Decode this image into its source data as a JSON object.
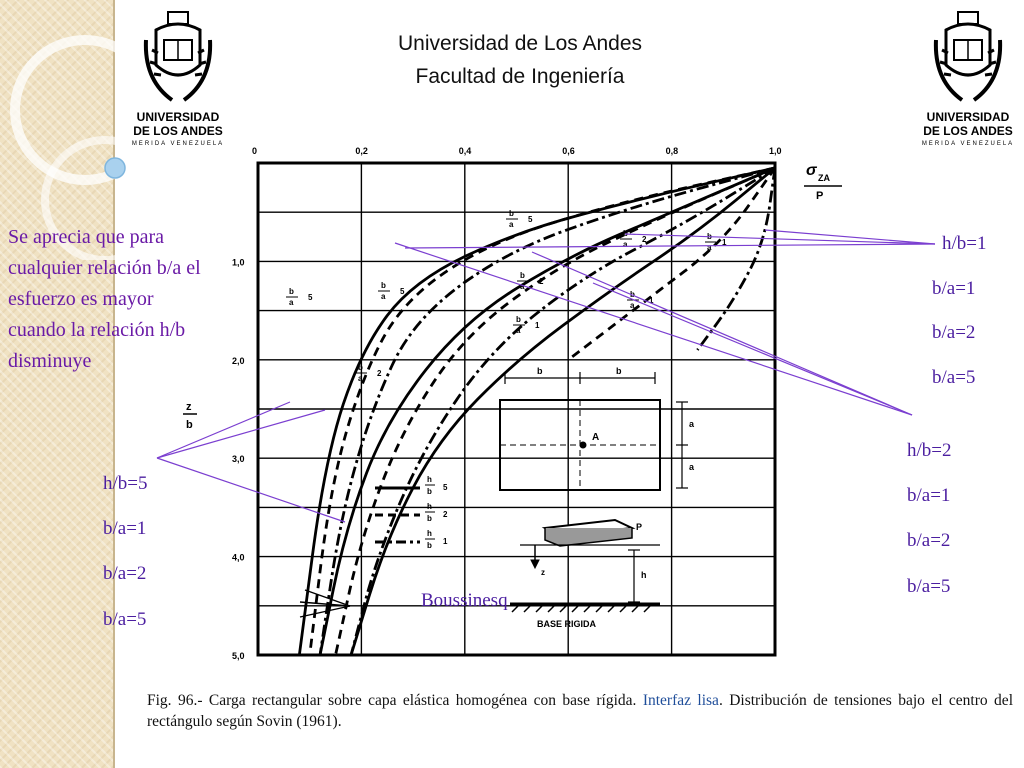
{
  "header": {
    "university": "Universidad de Los Andes",
    "faculty": "Facultad de Ingeniería"
  },
  "logo": {
    "name_line1": "UNIVERSIDAD",
    "name_line2": "DE LOS ANDES",
    "place": "MERIDA VENEZUELA"
  },
  "note": "Se aprecia  que para cualquier relación b/a el esfuerzo es mayor cuando la relación h/b disminuye",
  "annotations": {
    "right_top": [
      "h/b=1",
      "b/a=1",
      "b/a=2",
      "b/a=5"
    ],
    "right_bottom": [
      "h/b=2",
      "b/a=1",
      "b/a=2",
      "b/a=5"
    ],
    "left_bottom": [
      "h/b=5",
      "b/a=1",
      "b/a=2",
      "b/a=5"
    ],
    "boussinesq": "Boussinesq"
  },
  "caption": {
    "part1": "Fig. 96.-  Carga rectangular sobre capa elástica homogénea con base rígida. ",
    "highlight": "Interfaz lisa",
    "part2": ". Distribución de tensiones bajo el centro del rectángulo según Sovin (1961)."
  },
  "colors": {
    "annotation": "#4b1ea0",
    "note": "#6a1aa6",
    "highlight": "#1f4e9a",
    "sidebar": "#f0e2c3"
  },
  "chart_data": {
    "type": "line",
    "x_ticks": [
      "0",
      "0,2",
      "0,4",
      "0,6",
      "0,8",
      "1,0"
    ],
    "y_ticks": [
      "1,0",
      "2,0",
      "3,0",
      "4,0",
      "5,0"
    ],
    "xlabel_top": "σ",
    "xlabel_sub": "ZA",
    "xlabel_bottom": "P",
    "ylabel_top": "z",
    "ylabel_bottom": "b",
    "xlim": [
      0,
      1
    ],
    "ylim": [
      0,
      5
    ],
    "grid": true,
    "curve_labels": {
      "h1": [
        "b",
        "a",
        "1"
      ],
      "h1b5": [
        "b",
        "a",
        "5"
      ],
      "h1b2": [
        "b",
        "a",
        "2"
      ],
      "h2b5": [
        "b",
        "a",
        "5"
      ],
      "h2b2": [
        "b",
        "a",
        "2"
      ],
      "h2b1": [
        "b",
        "a",
        "1"
      ],
      "h5b5": [
        "b",
        "a",
        "5"
      ],
      "h5b2": [
        "b",
        "a",
        "2"
      ],
      "h5b1": [
        "b",
        "a",
        "1"
      ]
    },
    "legend": [
      {
        "top": "h",
        "bottom": "b",
        "value": "5"
      },
      {
        "top": "h",
        "bottom": "b",
        "value": "2"
      },
      {
        "top": "h",
        "bottom": "b",
        "value": "1"
      }
    ],
    "series": [
      {
        "style": "solid",
        "points": [
          [
            1.0,
            0.05
          ],
          [
            0.75,
            0.35
          ],
          [
            0.5,
            0.7
          ],
          [
            0.3,
            1.2
          ],
          [
            0.2,
            1.9
          ],
          [
            0.13,
            3.0
          ],
          [
            0.08,
            5.0
          ]
        ]
      },
      {
        "style": "solid",
        "points": [
          [
            1.0,
            0.05
          ],
          [
            0.8,
            0.5
          ],
          [
            0.6,
            0.95
          ],
          [
            0.4,
            1.6
          ],
          [
            0.25,
            2.6
          ],
          [
            0.17,
            3.7
          ],
          [
            0.12,
            5.0
          ]
        ]
      },
      {
        "style": "solid",
        "points": [
          [
            1.0,
            0.05
          ],
          [
            0.85,
            0.7
          ],
          [
            0.68,
            1.3
          ],
          [
            0.5,
            2.0
          ],
          [
            0.35,
            2.8
          ],
          [
            0.25,
            3.8
          ],
          [
            0.18,
            5.0
          ]
        ]
      },
      {
        "style": "dashed",
        "points": [
          [
            1.0,
            0.05
          ],
          [
            0.7,
            0.4
          ],
          [
            0.45,
            0.8
          ],
          [
            0.28,
            1.4
          ],
          [
            0.2,
            2.2
          ],
          [
            0.14,
            3.3
          ],
          [
            0.1,
            5.0
          ]
        ]
      },
      {
        "style": "dashed",
        "points": [
          [
            1.0,
            0.05
          ],
          [
            0.78,
            0.55
          ],
          [
            0.58,
            1.05
          ],
          [
            0.4,
            1.75
          ],
          [
            0.28,
            2.7
          ],
          [
            0.2,
            3.8
          ],
          [
            0.15,
            5.0
          ]
        ]
      },
      {
        "style": "dashed",
        "points": [
          [
            1.0,
            0.05
          ],
          [
            0.9,
            0.8
          ],
          [
            0.75,
            1.4
          ],
          [
            0.6,
            2.0
          ]
        ]
      },
      {
        "style": "dashdot",
        "points": [
          [
            1.0,
            0.05
          ],
          [
            0.72,
            0.45
          ],
          [
            0.48,
            0.9
          ],
          [
            0.3,
            1.6
          ],
          [
            0.22,
            2.5
          ],
          [
            0.16,
            3.6
          ],
          [
            0.12,
            5.0
          ]
        ]
      },
      {
        "style": "dashdot",
        "points": [
          [
            1.0,
            0.05
          ],
          [
            0.83,
            0.6
          ],
          [
            0.63,
            1.15
          ],
          [
            0.45,
            1.9
          ],
          [
            0.32,
            2.9
          ],
          [
            0.23,
            4.0
          ],
          [
            0.18,
            5.0
          ]
        ]
      },
      {
        "style": "dashdot",
        "points": [
          [
            1.0,
            0.05
          ],
          [
            0.98,
            0.8
          ],
          [
            0.92,
            1.4
          ],
          [
            0.85,
            1.9
          ]
        ]
      }
    ],
    "inset": {
      "dim_b": "b",
      "dim_a": "a",
      "point": "A",
      "load": "P",
      "depth": "h",
      "z": "z",
      "base": "BASE RIGIDA"
    }
  }
}
